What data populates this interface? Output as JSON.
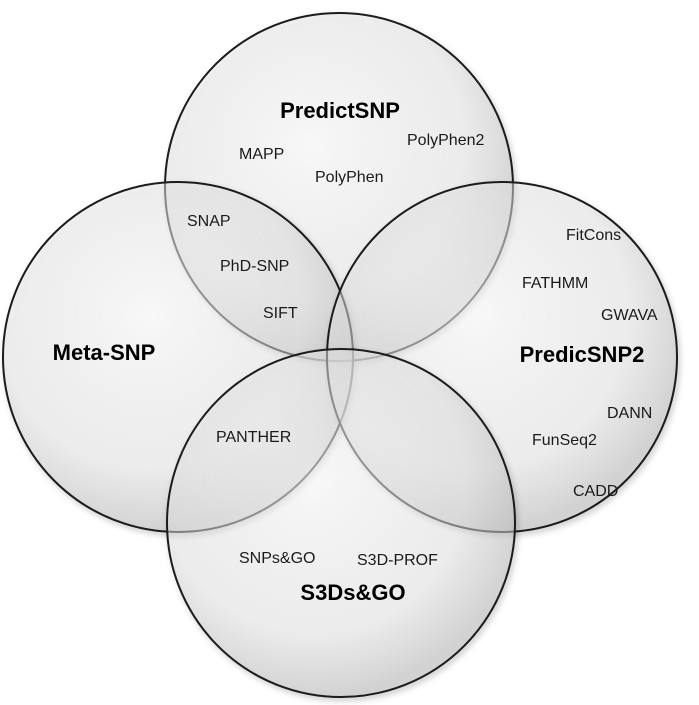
{
  "sets": {
    "predictsnp": {
      "title": "PredictSNP"
    },
    "metasnp": {
      "title": "Meta-SNP"
    },
    "predicsnp2": {
      "title": "PredicSNP2"
    },
    "s3dsgo": {
      "title": "S3Ds&GO"
    }
  },
  "tools": {
    "mapp": "MAPP",
    "polyphen2": "PolyPhen2",
    "polyphen": "PolyPhen",
    "snap": "SNAP",
    "phdsnp": "PhD-SNP",
    "sift": "SIFT",
    "panther": "PANTHER",
    "fitcons": "FitCons",
    "fathmm": "FATHMM",
    "gwava": "GWAVA",
    "dann": "DANN",
    "funseq2": "FunSeq2",
    "cadd": "CADD",
    "snpsgo": "SNPs&GO",
    "s3dprof": "S3D-PROF"
  }
}
